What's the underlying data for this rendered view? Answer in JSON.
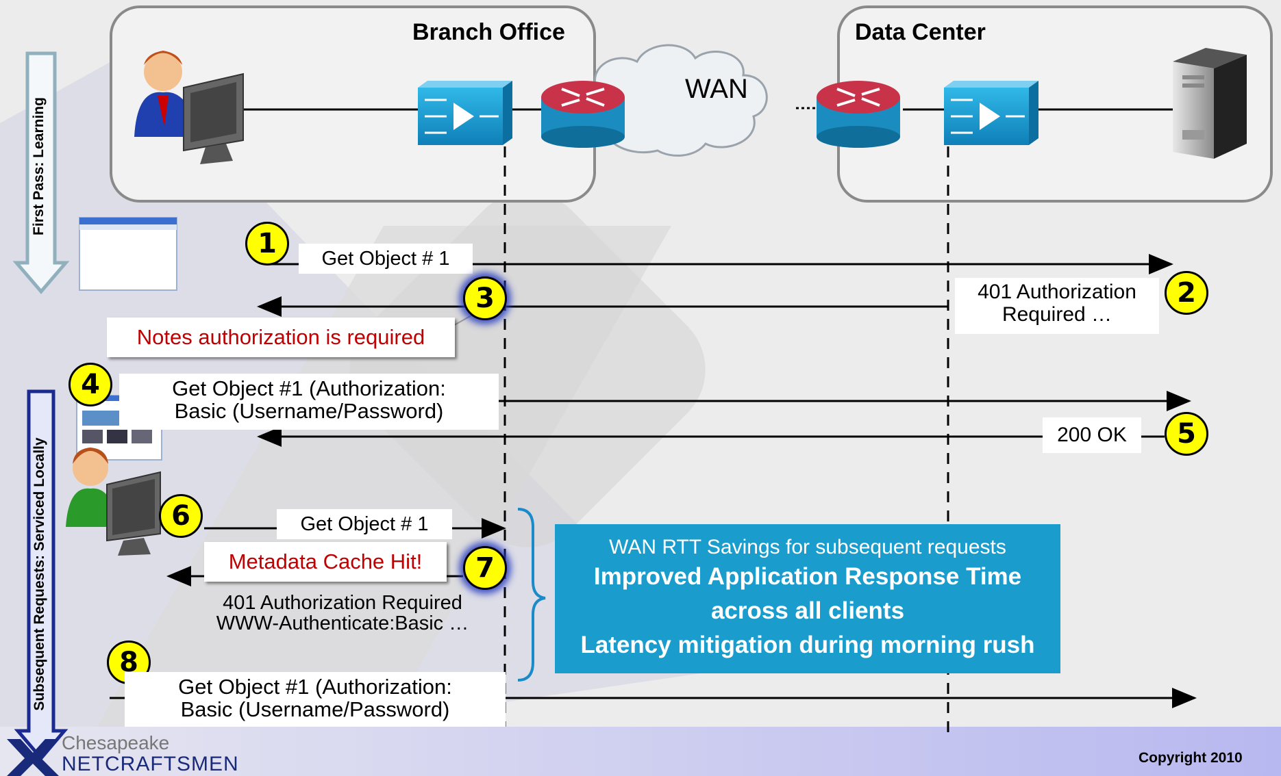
{
  "sites": {
    "branch": {
      "title": "Branch Office"
    },
    "datacenter": {
      "title": "Data Center"
    }
  },
  "wan": {
    "label": "WAN"
  },
  "phases": {
    "first": "First Pass: Learning",
    "subsequent": "Subsequent Requests: Serviced Locally"
  },
  "steps": [
    {
      "num": "1",
      "text": "Get Object # 1"
    },
    {
      "num": "2",
      "text_line1": "401 Authorization",
      "text_line2": "Required …"
    },
    {
      "num": "3",
      "note": "Notes authorization is required"
    },
    {
      "num": "4",
      "text_line1": "Get Object #1 (Authorization:",
      "text_line2": "Basic (Username/Password)"
    },
    {
      "num": "5",
      "text": "200 OK"
    },
    {
      "num": "6",
      "text": "Get Object # 1"
    },
    {
      "num": "7",
      "note": "Metadata Cache Hit!",
      "text_line1": "401 Authorization Required",
      "text_line2": "WWW-Authenticate:Basic …"
    },
    {
      "num": "8",
      "text_line1": "Get Object #1 (Authorization:",
      "text_line2": "Basic (Username/Password)"
    }
  ],
  "savings": {
    "line1": "WAN RTT Savings for subsequent requests",
    "line2": "Improved Application Response Time",
    "line3": "across all clients",
    "line4": "Latency mitigation during morning rush"
  },
  "footer": {
    "logo_top": "Chesapeake",
    "logo_bottom": "NETCRAFTSMEN",
    "copyright": "Copyright 2010"
  },
  "colors": {
    "accent_yellow": "#ffff00",
    "savings_box": "#1a9ccc",
    "note_red": "#c00000",
    "device_blue": "#1aa6d8",
    "router_red": "#c8334a"
  }
}
